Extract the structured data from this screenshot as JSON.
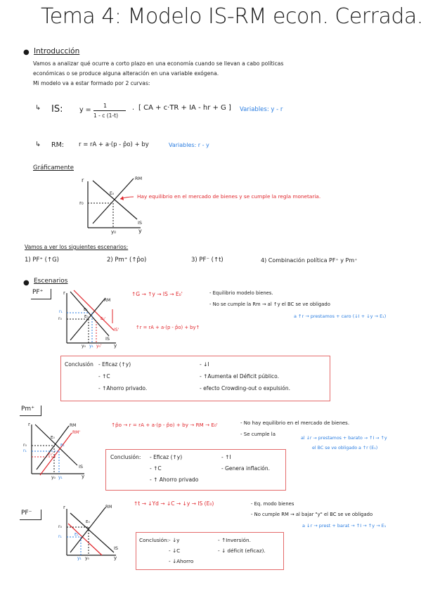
{
  "title": "Tema 4: Modelo IS-RM econ. Cerrada.",
  "intro": {
    "heading": "Introducción",
    "line1": "Vamos a analizar qué ocurre a corto plazo en una economía cuando se llevan a cabo políticas",
    "line2": "económicas o se produce alguna alteración en una variable exógena.",
    "line3": "Mi modelo va a estar formado por 2 curvas:",
    "is_label": "IS:",
    "is_eq_left": "y =",
    "is_frac_num": "1",
    "is_frac_den": "1 - c (1-t)",
    "is_eq_right": "[ CA + c·TR + IA - hr + G ]",
    "is_vars": "Variables: y - r",
    "rm_label": "RM:",
    "rm_eq": "r = rA + a·(p - p̂o) + by",
    "rm_vars": "Variables: r - y"
  },
  "graph_section": {
    "heading": "Gráficamente",
    "note": "Hay equilibrio en el mercado de bienes y se cumple la regla monetaria.",
    "axis_r": "r",
    "axis_y": "y",
    "r0": "r₀",
    "y0": "y₀",
    "e0": "E₀",
    "rm": "RM",
    "is": "IS"
  },
  "scenarios_intro": {
    "heading": "Vamos a ver los siguientes escenarios:",
    "items": [
      "1) PF⁺ (↑G)",
      "2) Pm⁺ (↑p̂o)",
      "3) PF⁻ (↑t)",
      "4) Combinación política PF⁺ y Pm⁺"
    ]
  },
  "escenarios": {
    "heading": "Escenarios",
    "pf_plus": {
      "tag": "PF⁺",
      "chain": "↑G → ↑y → IS → E₀'",
      "note1": "- Equilibrio modelo bienes.",
      "note2": "- No se cumple la Rm → al ↑y el BC se ve obligado",
      "note3": "a ↑r → prestamos + caro (↓I + ↓y → E₁)",
      "rm_shift": "↑r = rA + a·(p - p̂o) + by↑",
      "conclusion_label": "Conclusión",
      "c_left": [
        "- Eficaz (↑y)",
        "- ↑C",
        "- ↑Ahorro privado."
      ],
      "c_right": [
        "- ↓I",
        "- ↑Aumenta el Déficit público.",
        "- efecto Crowding-out o expulsión."
      ],
      "graph": {
        "r": "r",
        "y": "y",
        "r0": "r₀",
        "r1": "r₁",
        "y0": "y₀",
        "y0p": "y₀'",
        "y1": "y₁",
        "e0": "E₀",
        "e1": "E₁",
        "e0p": "E₀'",
        "rm": "RM",
        "is": "IS",
        "isp": "IS'"
      }
    },
    "pm_plus": {
      "tag": "Pm⁺",
      "chain": "↑p̂o → r = rA + a·(p - p̂o) + by → RM → E₀'",
      "note1": "- No hay equilibrio en el mercado de bienes.",
      "note2": "- Se cumple la",
      "note3": "al ↓r → prestamos + barato → ↑I → ↑y",
      "note4": "el BC se ve obligado a ↑r (E₁)",
      "conclusion_label": "Conclusión:",
      "c_left": [
        "- Eficaz (↑y)",
        "- ↑C",
        "- ↑ Ahorro privado"
      ],
      "c_right": [
        "- ↑I",
        "- Genera inflación."
      ],
      "graph": {
        "r": "r",
        "y": "y",
        "r0": "r₀",
        "r1": "r₁",
        "y0": "y₀",
        "y1": "y₁",
        "e0": "E₀",
        "e1": "E₁",
        "e0p": "E₀'",
        "rm": "RM",
        "rmp": "RM'",
        "is": "IS"
      }
    },
    "pf_minus": {
      "tag": "PF⁻",
      "chain": "↑t → ↓Yd → ↓C → ↓y → IS (E₀)",
      "note1": "- Eq. modo bienes",
      "note2": "- No cumple RM → al bajar \"y\" el BC se ve obligado",
      "note3": "a ↓r → prest + barat → ↑I → ↑y → E₁",
      "conclusion_label": "Conclusión:",
      "c_left": [
        "- ↓y",
        "- ↓C",
        "- ↓Ahorro"
      ],
      "c_right": [
        "- ↑Inversión.",
        "- ↓ déficit (eficaz)."
      ],
      "graph": {
        "r": "r",
        "y": "y",
        "r0": "r₀",
        "r1": "r₁",
        "y0": "y₀",
        "y1": "y₁",
        "e0": "E₀",
        "e1": "E₁",
        "rm": "RM",
        "is": "IS"
      }
    }
  },
  "colors": {
    "blue": "#2a7de1",
    "red": "#e0242a",
    "box": "#e46a6a",
    "ink": "#1a1a1a"
  }
}
